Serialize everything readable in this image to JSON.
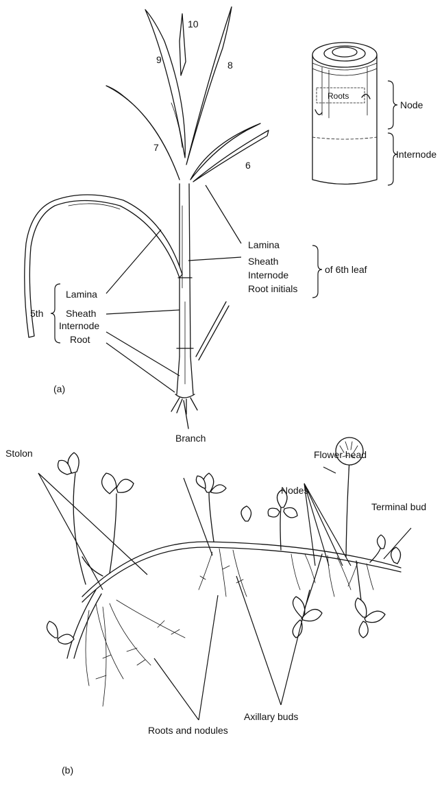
{
  "panel_a": {
    "caption": "(a)",
    "leaf_numbers": [
      "10",
      "9",
      "8",
      "7",
      "6"
    ],
    "node_labels": {
      "roots": "Roots",
      "node": "Node",
      "internode": "Internode"
    },
    "fifth_leaf": {
      "group": "5th",
      "parts": [
        "Lamina",
        "Sheath",
        "Internode",
        "Root"
      ]
    },
    "sixth_leaf": {
      "parts": [
        "Lamina",
        "Sheath",
        "Internode",
        "Root initials"
      ],
      "group": "of 6th leaf"
    }
  },
  "panel_b": {
    "caption": "(b)",
    "labels": {
      "stolon": "Stolon",
      "branch": "Branch",
      "flower_head": "Flower head",
      "nodes": "Nodes",
      "terminal_bud": "Terminal bud",
      "roots_and_nodules": "Roots and nodules",
      "axillary_buds": "Axillary buds"
    }
  }
}
